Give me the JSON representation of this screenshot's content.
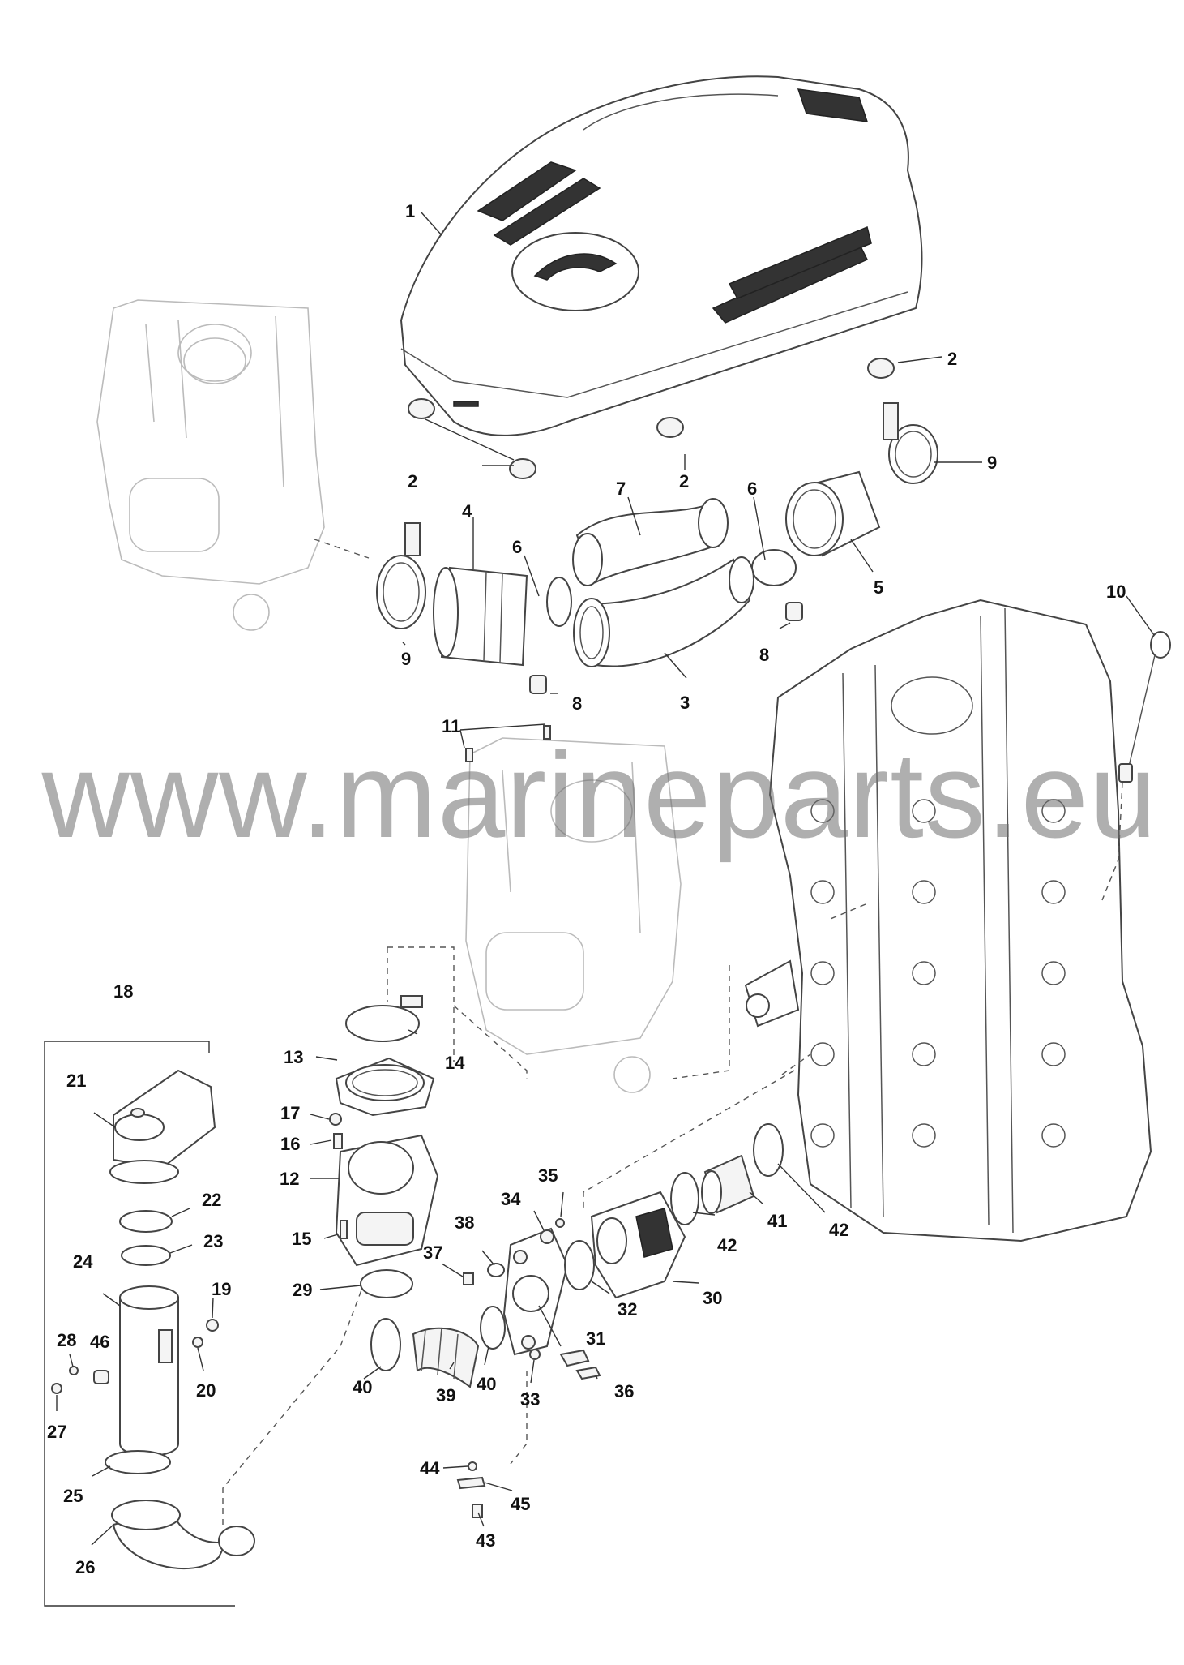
{
  "watermark": "www.marineparts.eu",
  "callouts": {
    "c1": "1",
    "c2a": "2",
    "c2b": "2",
    "c2c": "2",
    "c3": "3",
    "c4": "4",
    "c5": "5",
    "c6a": "6",
    "c6b": "6",
    "c7": "7",
    "c8a": "8",
    "c8b": "8",
    "c9a": "9",
    "c9b": "9",
    "c10": "10",
    "c11": "11",
    "c12": "12",
    "c13": "13",
    "c14": "14",
    "c15": "15",
    "c16": "16",
    "c17": "17",
    "c18": "18",
    "c19": "19",
    "c20": "20",
    "c21": "21",
    "c22": "22",
    "c23": "23",
    "c24": "24",
    "c25": "25",
    "c26": "26",
    "c27": "27",
    "c28": "28",
    "c29": "29",
    "c30": "30",
    "c31": "31",
    "c32": "32",
    "c33": "33",
    "c34": "34",
    "c35": "35",
    "c36": "36",
    "c37": "37",
    "c38": "38",
    "c39": "39",
    "c40a": "40",
    "c40b": "40",
    "c41": "41",
    "c42a": "42",
    "c42b": "42",
    "c43": "43",
    "c44": "44",
    "c45": "45",
    "c46": "46"
  }
}
